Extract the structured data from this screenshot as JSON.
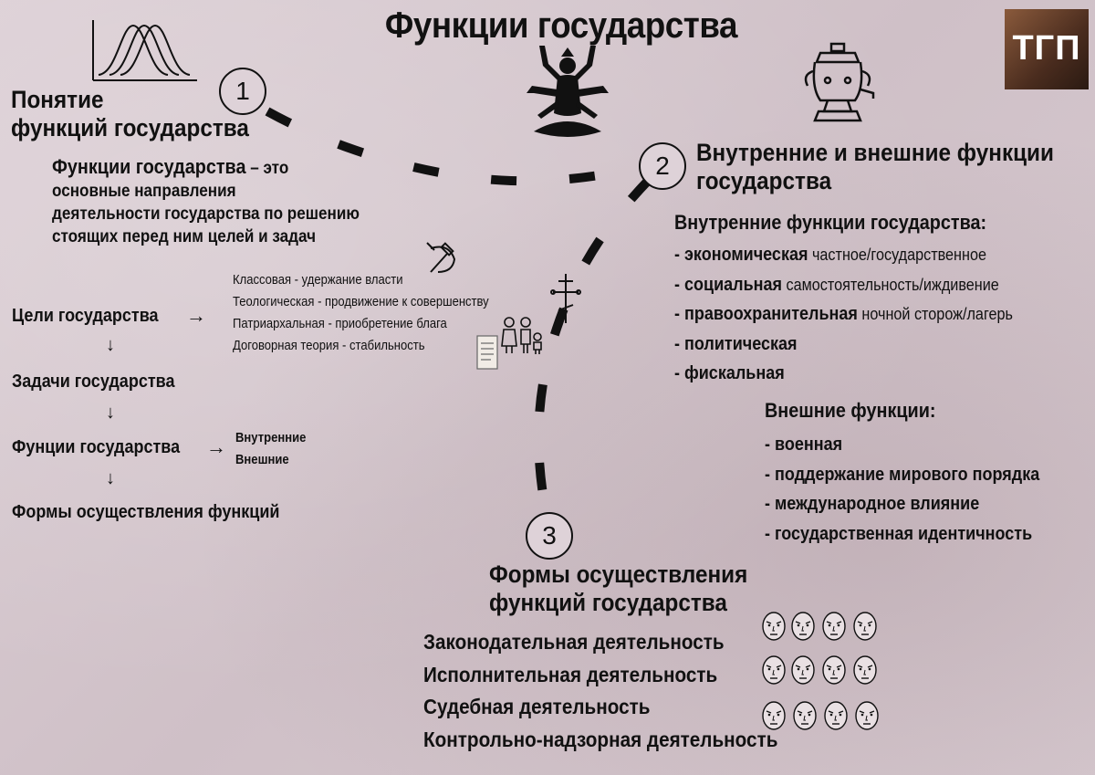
{
  "title": "Функции государства",
  "logo": {
    "text": "ТГП"
  },
  "section1": {
    "number": "1",
    "heading": [
      "Понятие",
      "функций государства"
    ],
    "definition": {
      "term": "Функции государства",
      "dash": " – это",
      "lines": [
        "основные направления",
        "деятельности государства по решению",
        "стоящих перед ним целей и задач"
      ]
    }
  },
  "flow": {
    "goals": "Цели государства",
    "tasks": "Задачи государства",
    "functions": "Фунции государства",
    "forms": "Формы осуществления функций",
    "arrow_right": "→",
    "arrow_down": "↓",
    "theories": [
      "Классовая - удержание власти",
      "Теологическая  - продвижение к совершенству",
      "Патриархальная - приобретение блага",
      "Договорная теория - стабильность"
    ],
    "function_types": [
      "Внутренние",
      "Внешние"
    ]
  },
  "section2": {
    "number": "2",
    "heading": [
      "Внутренние и внешние функции",
      "государства"
    ],
    "internal_title": "Внутренние функции государства:",
    "internal": [
      {
        "main": "- экономическая",
        "note": " частное/государственное"
      },
      {
        "main": "- социальная",
        "note": " самостоятельность/иждивение"
      },
      {
        "main": "- правоохранительная",
        "note": " ночной сторож/лагерь"
      },
      {
        "main": "- политическая",
        "note": ""
      },
      {
        "main": "- фискальная",
        "note": ""
      }
    ],
    "external_title": "Внешние функции:",
    "external": [
      "-  военная",
      "- поддержание мирового порядка",
      "- международное влияние",
      "- государственная идентичность"
    ]
  },
  "section3": {
    "number": "3",
    "heading": [
      "Формы осуществления",
      "функций государства"
    ],
    "forms": [
      "Законодательная деятельность",
      "Исполнительная деятельность",
      "Судебная деятельность",
      "Контрольно-надзорная деятельность"
    ]
  },
  "colors": {
    "ink": "#111111",
    "background": "#d9cdd3"
  },
  "icons": [
    "bell-curves-icon",
    "multi-armed-figure-icon",
    "samovar-icon",
    "hammer-sickle-icon",
    "orthodox-cross-icon",
    "family-icon",
    "scroll-icon",
    "faces-icon"
  ]
}
